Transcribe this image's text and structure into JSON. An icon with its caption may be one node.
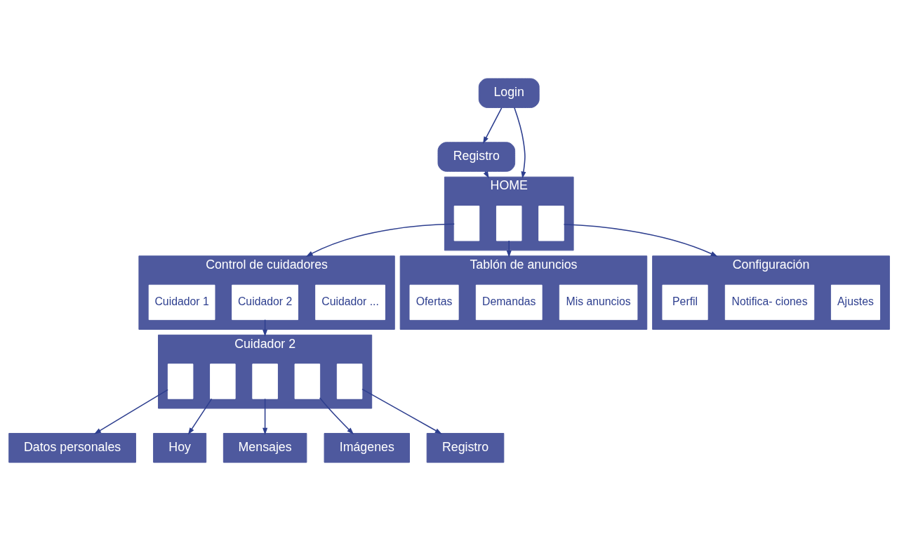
{
  "diagram": {
    "nodes": [
      {
        "text": [
          "Login"
        ]
      },
      {
        "text": [
          "Registro"
        ]
      },
      {
        "text": [
          "Control de cuidadores"
        ]
      },
      {
        "text": [
          "Cuidador 1"
        ],
        "in": 2
      },
      {
        "text": [
          "Cuidador 2"
        ],
        "in": 2
      },
      {
        "text": [
          "Cuidador ..."
        ],
        "in": 2
      },
      {
        "text": [
          "HOME"
        ]
      },
      {
        "text": [],
        "shape": "box",
        "in": 6
      },
      {
        "text": [],
        "shape": "box",
        "in": 6
      },
      {
        "text": [],
        "shape": "box",
        "in": 6
      },
      {
        "text": [
          "Configuración"
        ]
      },
      {
        "text": [
          "Perfil"
        ],
        "in": 10
      },
      {
        "text": [
          "Notifica- ciones"
        ],
        "in": 10
      },
      {
        "text": [
          "Ajustes"
        ],
        "in": 10
      },
      {
        "text": [
          "Cuidador 2"
        ]
      },
      {
        "text": [],
        "shape": "box",
        "in": 14
      },
      {
        "text": [],
        "shape": "box",
        "in": 14
      },
      {
        "text": [],
        "shape": "box",
        "in": 14
      },
      {
        "text": [],
        "shape": "box",
        "in": 14
      },
      {
        "text": [],
        "shape": "box",
        "in": 14
      },
      {
        "text": [
          "Tablón de anuncios"
        ]
      },
      {
        "text": [
          "Ofertas"
        ],
        "in": 20
      },
      {
        "text": [
          "Demandas"
        ],
        "in": 20
      },
      {
        "text": [
          "Mis anuncios"
        ],
        "in": 20
      },
      {
        "text": [
          "Datos personales"
        ]
      },
      {
        "text": [
          "Hoy"
        ]
      },
      {
        "text": [
          "Mensajes"
        ]
      },
      {
        "text": [
          "Imágenes"
        ]
      },
      {
        "text": [
          "Registro"
        ]
      }
    ],
    "edges": [
      {
        "from": 0,
        "to": 1,
        "arrow": "to"
      },
      {
        "from": 0,
        "to": 6,
        "arrow": "to"
      },
      {
        "from": 1,
        "to": 6,
        "arrow": "to"
      },
      {
        "from": 7,
        "to": 2,
        "arrow": "to"
      },
      {
        "from": 9,
        "to": 10,
        "arrow": "to"
      },
      {
        "from": 8,
        "to": 20,
        "arrow": "to"
      },
      {
        "from": 4,
        "to": 14,
        "arrow": "to"
      },
      {
        "from": 15,
        "to": 24,
        "arrow": "to"
      },
      {
        "from": 16,
        "to": 25,
        "arrow": "to"
      },
      {
        "from": 17,
        "to": 26,
        "arrow": "to"
      },
      {
        "from": 18,
        "to": 27,
        "arrow": "to"
      },
      {
        "from": 19,
        "to": 28,
        "arrow": "to"
      }
    ]
  }
}
